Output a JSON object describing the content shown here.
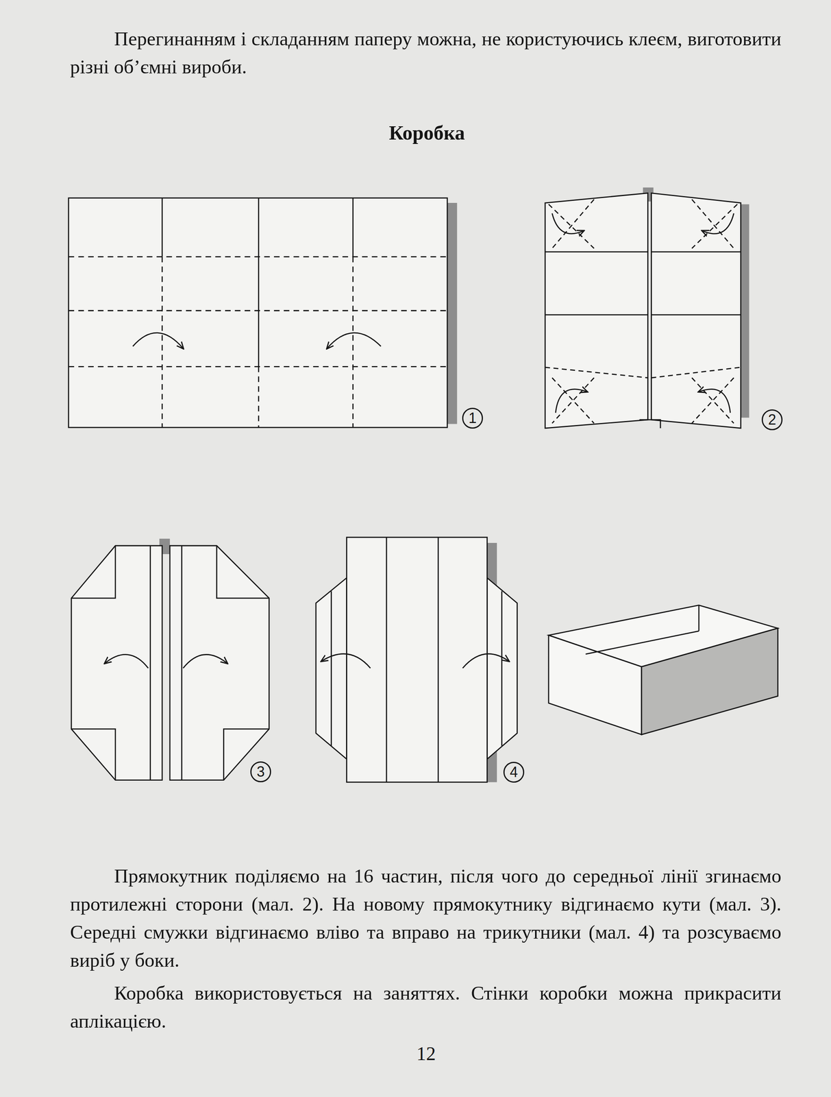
{
  "diagram": {
    "title": "Коробка",
    "labels": [
      "Перегинанням і складанням паперу можна, не користуючись клеєм, виготовити різні об’ємні вироби.",
      "1",
      "2",
      "3",
      "4",
      "Прямокутник поділяємо на 16 частин, після чого до середньої лінії згинаємо протилежні сторони (мал. 2). На новому прямокутнику відгинаємо кути (мал. 3). Середні смужки відгинаємо вліво та вправо на трикутники (мал. 4) та розсуваємо виріб у боки.",
      "Коробка використовується на заняттях. Стінки коробки можна прикрасити аплікацією.",
      "12"
    ]
  }
}
